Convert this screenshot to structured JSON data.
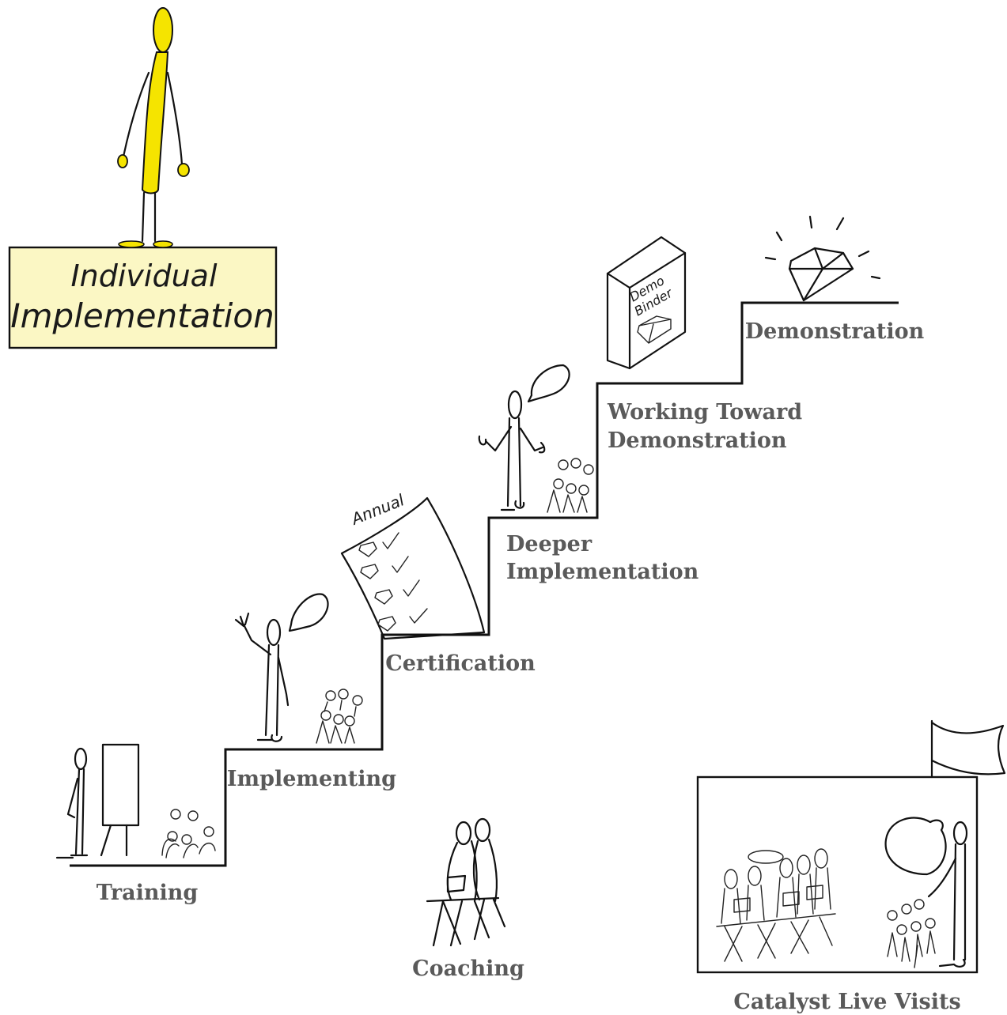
{
  "title_box": {
    "line1": "Individual",
    "line2": "Implementation",
    "fill_color": "#fbf7c4",
    "figure_color": "#f5e400"
  },
  "steps": [
    {
      "key": "training",
      "label": "Training"
    },
    {
      "key": "implementing",
      "label": "Implementing"
    },
    {
      "key": "certification",
      "label": "Certification"
    },
    {
      "key": "deeper",
      "label_line1": "Deeper",
      "label_line2": "Implementation"
    },
    {
      "key": "working",
      "label_line1": "Working Toward",
      "label_line2": "Demonstration"
    },
    {
      "key": "demonstration",
      "label": "Demonstration"
    }
  ],
  "annual_sheet": {
    "heading": "Annual"
  },
  "binder": {
    "line1": "Demo",
    "line2": "Binder"
  },
  "coaching": {
    "label": "Coaching"
  },
  "live_visits": {
    "label": "Catalyst Live Visits"
  },
  "colors": {
    "ink": "#111111",
    "label_gray": "#5a5a5a"
  }
}
